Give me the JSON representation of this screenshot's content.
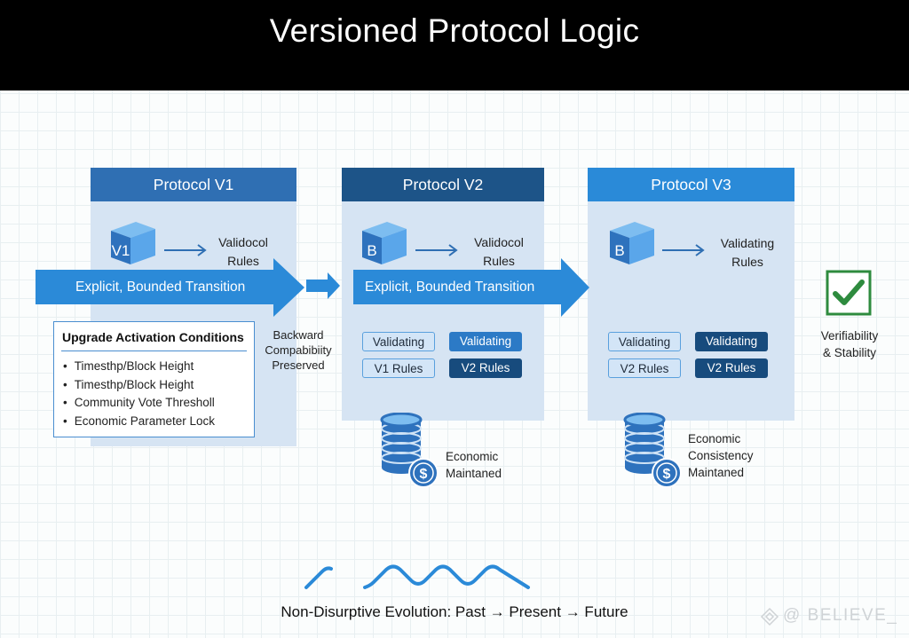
{
  "title": "Versioned Protocol Logic",
  "panels": [
    {
      "id": "v1",
      "header": "Protocol V1",
      "cube_label": "V1",
      "rules_line1": "Validocol",
      "rules_line2": "Rules"
    },
    {
      "id": "v2",
      "header": "Protocol V2",
      "cube_label": "B",
      "rules_line1": "Validocol",
      "rules_line2": "Rules",
      "pills": [
        {
          "text": "Validating",
          "style": "light"
        },
        {
          "text": "Validating",
          "style": "mid"
        },
        {
          "text": "V1 Rules",
          "style": "light"
        },
        {
          "text": "V2 Rules",
          "style": "dark"
        }
      ]
    },
    {
      "id": "v3",
      "header": "Protocol V3",
      "cube_label": "B",
      "rules_line1": "Validating",
      "rules_line2": "Rules",
      "pills": [
        {
          "text": "Validating",
          "style": "light"
        },
        {
          "text": "Validating",
          "style": "dark"
        },
        {
          "text": "V2 Rules",
          "style": "light"
        },
        {
          "text": "V2 Rules",
          "style": "dark"
        }
      ]
    }
  ],
  "transitions": [
    {
      "label": "Explicit, Bounded Transition"
    },
    {
      "label": "Explicit, Bounded Transition"
    }
  ],
  "conditions": {
    "title": "Upgrade Activation Conditions",
    "items": [
      "Timesthp/Block Height",
      "Timesthp/Block Height",
      "Community Vote Thresholl",
      "Economic Parameter Lock"
    ]
  },
  "backward": {
    "line1": "Backward",
    "line2": "Compabibiity",
    "line3": "Preserved"
  },
  "economic": [
    {
      "line1": "Economic",
      "line2": "Maintaned"
    },
    {
      "line1": "Economic",
      "line2": "Consistency",
      "line3": "Maintaned"
    }
  ],
  "verifiability": {
    "line1": "Verifiability",
    "line2": "& Stability",
    "icon": "checkmark-icon"
  },
  "footer": "Non-Disurptive Evolution: Past → Present → Future",
  "watermark": "@ BELIEVE_",
  "colors": {
    "header_bar": "#000000",
    "v1_header": "#2f6fb3",
    "v2_header": "#1d5488",
    "v3_header": "#2a8ad8",
    "panel_bg": "#d6e4f3",
    "arrow": "#2b8ad8",
    "check": "#2e8b3e"
  }
}
